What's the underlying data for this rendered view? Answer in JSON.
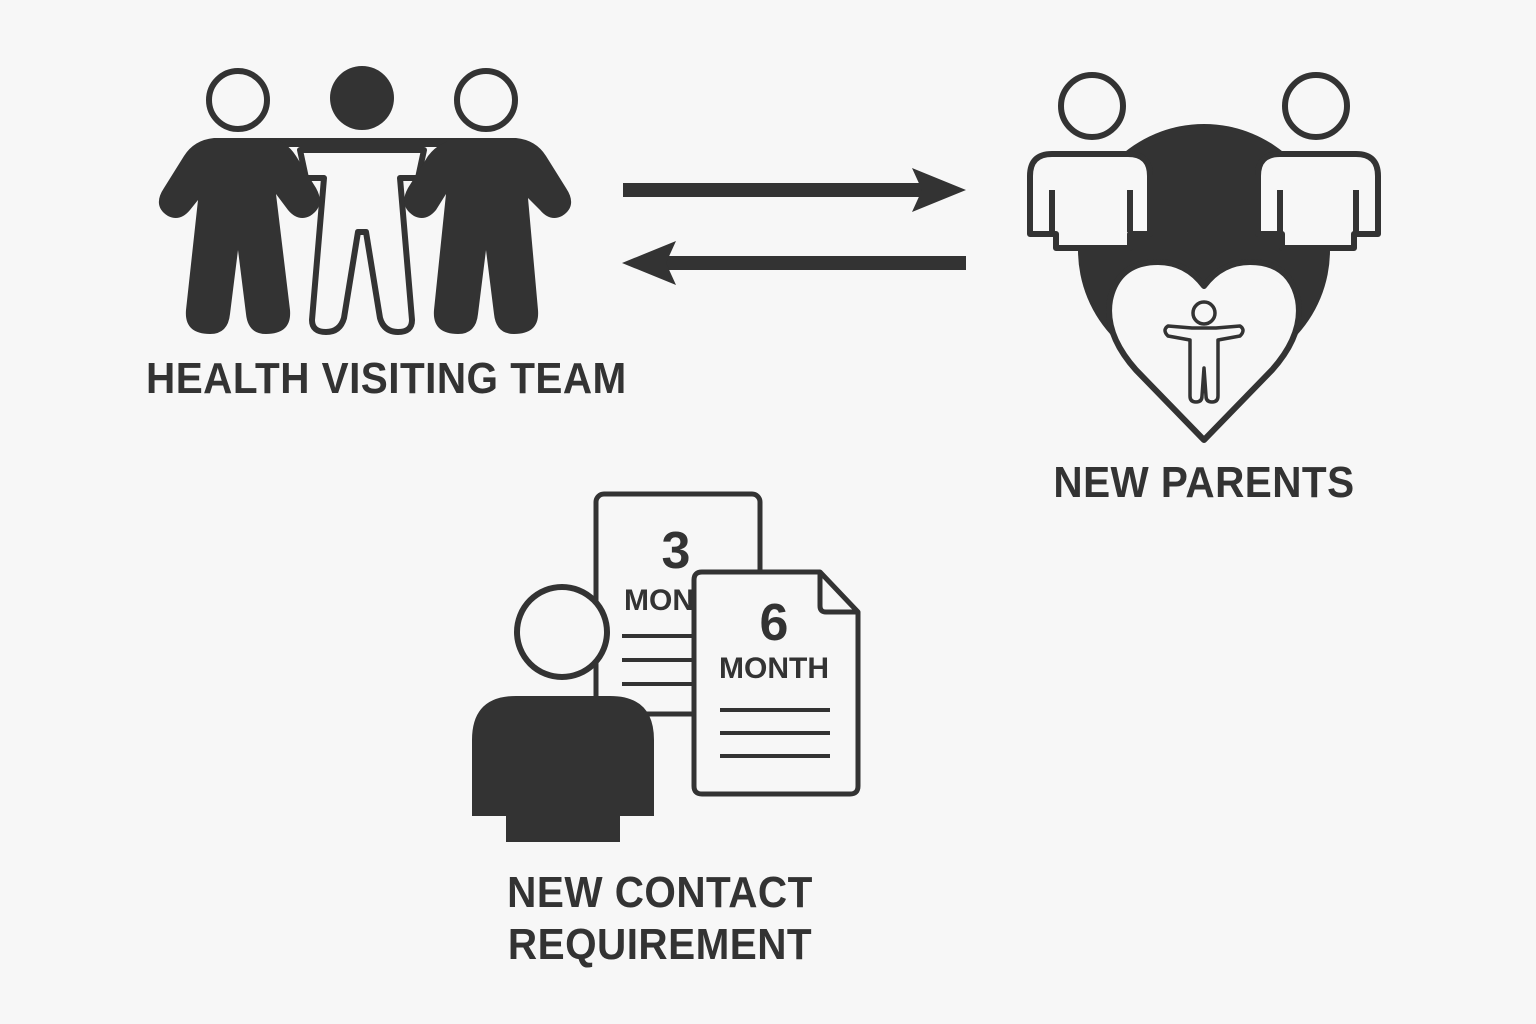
{
  "colors": {
    "ink": "#333333",
    "background": "#f7f7f7",
    "paper": "#f7f7f7"
  },
  "labels": {
    "team": "HEALTH VISITING TEAM",
    "parents": "NEW PARENTS",
    "contact_line1": "NEW CONTACT",
    "contact_line2": "REQUIREMENT"
  },
  "documents": {
    "back": {
      "number": "3",
      "unit": "MON"
    },
    "front": {
      "number": "6",
      "unit": "MONTH"
    }
  },
  "icons": {
    "team": "health-visiting-team-group-icon",
    "parents": "parents-with-heart-and-baby-icon",
    "arrow_right": "arrow-right-icon",
    "arrow_left": "arrow-left-icon",
    "person": "person-bust-icon",
    "documents": "schedule-documents-icon"
  }
}
